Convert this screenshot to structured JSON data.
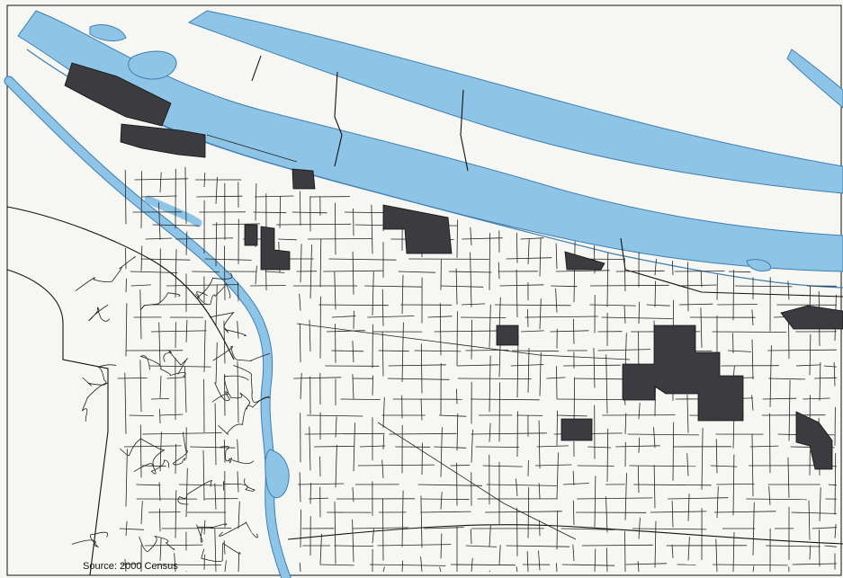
{
  "map": {
    "source_note": "Source: 2000 Census",
    "colors": {
      "water_fill": "#8ec4e6",
      "water_outline": "#3e7fb0",
      "highlighted_tract": "#3b3b40",
      "tract_boundary": "#222222",
      "background": "#f6f7f3"
    },
    "features": [
      "columbia-river",
      "willamette-river",
      "census-tracts",
      "highlighted-tracts"
    ]
  }
}
